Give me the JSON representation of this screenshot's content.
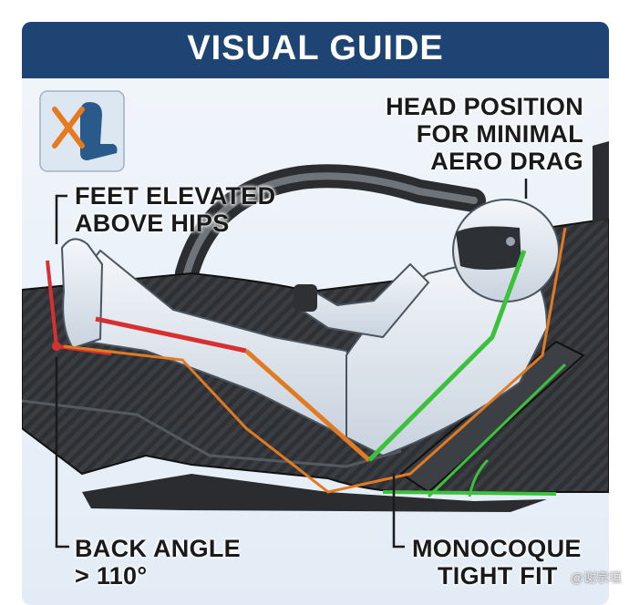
{
  "header": {
    "title": "VISUAL GUIDE"
  },
  "callouts": {
    "feet": {
      "line1": "FEET ELEVATED",
      "line2": "ABOVE HIPS"
    },
    "head": {
      "line1": "HEAD POSITION",
      "line2": "FOR MINIMAL",
      "line3": "AERO DRAG"
    },
    "back": {
      "line1": "BACK ANGLE",
      "line2": "> 110°"
    },
    "mono": {
      "line1": "MONOCOQUE",
      "line2": "TIGHT FIT"
    }
  },
  "watermark": "@谢宗垣",
  "icons": {
    "seat_icon": "seat-crossed-icon"
  },
  "colors": {
    "header": "#1d4472",
    "legs_line": "#d63030",
    "thigh_line": "#e07b24",
    "spine_line": "#3cc13c"
  }
}
